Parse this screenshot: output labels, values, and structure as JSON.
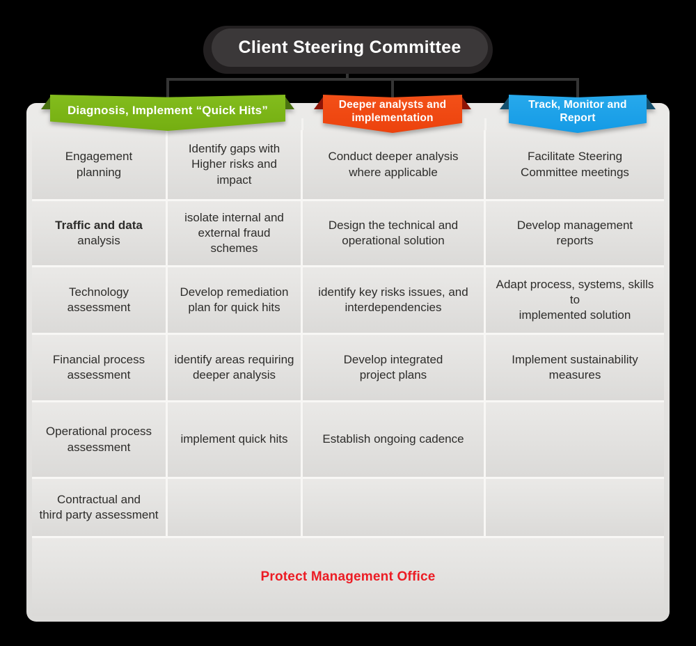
{
  "title": "Client Steering Committee",
  "colors": {
    "phase_green": "#7cb517",
    "phase_green_fold": "#4a7210",
    "phase_orange": "#f04713",
    "phase_orange_fold": "#8e1406",
    "phase_blue": "#1ba2ea",
    "phase_blue_fold": "#14506e",
    "footer_red": "#ec1c24",
    "title_pill": "#3b3839",
    "panel_gray": "#e7e6e4"
  },
  "phases": [
    {
      "label": "Diagnosis, Implement “Quick Hits”"
    },
    {
      "label": "Deeper analysts and\nimplementation"
    },
    {
      "label": "Track, Monitor and\nReport"
    }
  ],
  "grid": {
    "columns": [
      {
        "cells": [
          "Engagement\nplanning",
          {
            "bold": "Traffic and data",
            "normal": "analysis"
          },
          "Technology\nassessment",
          "Financial process\nassessment",
          "Operational process\nassessment",
          "Contractual and\nthird party assessment"
        ]
      },
      {
        "cells": [
          "Identify gaps with\nHigher risks and impact",
          "isolate internal and\nexternal fraud schemes",
          "Develop remediation\nplan for quick hits",
          "identify areas requiring\ndeeper analysis",
          "implement quick hits",
          ""
        ]
      },
      {
        "cells": [
          "Conduct deeper analysis\nwhere applicable",
          "Design the technical and\noperational solution",
          "identify key risks issues, and\ninterdependencies",
          "Develop integrated\nproject plans",
          "Establish ongoing cadence",
          ""
        ]
      },
      {
        "cells": [
          "Facilitate Steering\nCommittee meetings",
          "Develop management\nreports",
          "Adapt process, systems, skills to\nimplemented solution",
          "Implement sustainability\nmeasures",
          "",
          ""
        ]
      }
    ]
  },
  "footer": {
    "label": "Protect Management Office"
  }
}
